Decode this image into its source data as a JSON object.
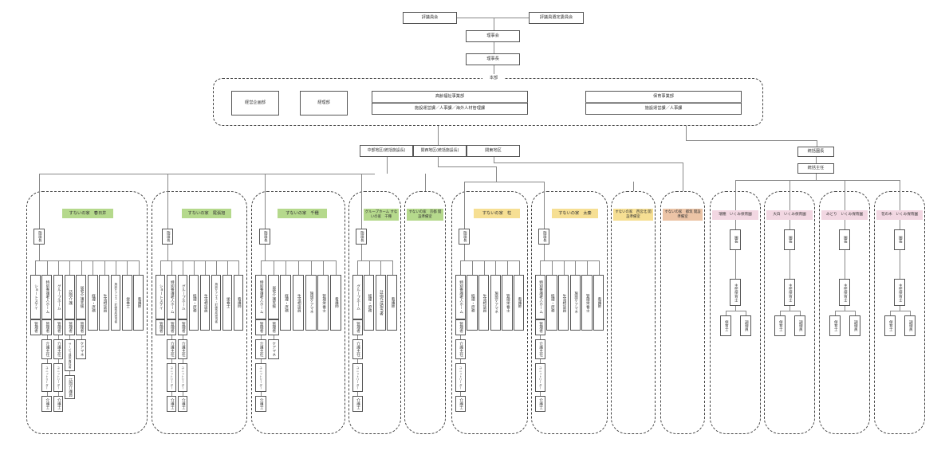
{
  "top": {
    "council": "評議員会",
    "council_selection": "評議員選定委員会",
    "board": "理事会",
    "chairman": "理事長"
  },
  "headquarters": {
    "title": "本部",
    "planning": "経営企画部",
    "accounting": "経理部",
    "elderly_div": "高齢福祉事業部",
    "elderly_sections": "施設運営課／人事課／海外人材管理課",
    "childcare_div": "保育事業部",
    "childcare_sections": "施設運営課／人事課"
  },
  "regions": {
    "chubu": "中部地区(統括施設長)",
    "kansai": "関西地区(統括施設長)",
    "kanto": "関東地区",
    "childcare_head": "統括園長",
    "childcare_chief": "統括主任"
  },
  "colors": {
    "green": "#b5d98c",
    "yellow": "#f6df93",
    "orange": "#ecc4a6",
    "pink": "#f2d7e2"
  },
  "facilities": [
    {
      "name": "すないの家　春日井",
      "color": "green",
      "head": "施設長",
      "units": [
        {
          "label": "ショートステイ",
          "sub": "管理者"
        },
        {
          "label": "特別養護老人ホーム",
          "sub": "管理者",
          "chain": [
            "介護主任",
            "ユニットリーダー",
            "介護士"
          ]
        },
        {
          "label": "グループホーム",
          "sub": "管理者",
          "chain": [
            "介護主任",
            "ユニットリーダー",
            "介護士"
          ]
        },
        {
          "label": "訪問介護",
          "sub": "管理者",
          "chain": [
            "サービス提供責任者",
            "訪問介護員"
          ]
        },
        {
          "label": "居宅介護支援",
          "sub": "管理者",
          "chain": [
            "ケアマネ"
          ]
        },
        {
          "label": "経理・庶務"
        },
        {
          "label": "生活相談員"
        },
        {
          "label": "施設ケアマネ・計画作成担当者"
        },
        {
          "label": "栄養士"
        },
        {
          "label": "看護師"
        }
      ]
    },
    {
      "name": "すないの家　尾張旭",
      "color": "green",
      "head": "施設長",
      "units": [
        {
          "label": "ショートステイ",
          "sub": "管理者"
        },
        {
          "label": "特別養護老人ホーム",
          "sub": "管理者",
          "chain": [
            "介護主任",
            "ユニットリーダー",
            "介護士"
          ]
        },
        {
          "label": "グループホーム",
          "sub": "管理者",
          "chain": [
            "介護主任",
            "ユニットリーダー",
            "介護士"
          ]
        },
        {
          "label": "経理・庶務"
        },
        {
          "label": "生活相談員"
        },
        {
          "label": "施設ケアマネ・計画作成担当者"
        },
        {
          "label": "栄養士"
        },
        {
          "label": "看護師"
        }
      ]
    },
    {
      "name": "すないの家　千種",
      "color": "green",
      "head": "施設長",
      "units": [
        {
          "label": "特別養護老人ホーム",
          "sub": "管理者",
          "chain": [
            "介護主任",
            "ユニットリーダー",
            "介護士"
          ]
        },
        {
          "label": "居宅介護支援",
          "sub": "管理者",
          "chain": [
            "ケアマネ"
          ]
        },
        {
          "label": "経理・庶務"
        },
        {
          "label": "生活相談員"
        },
        {
          "label": "施設ケアマネ"
        },
        {
          "label": "管理栄養士"
        },
        {
          "label": "看護師"
        }
      ]
    },
    {
      "name": "グループホーム すないの家　千種",
      "color": "green",
      "head": "施設長",
      "units": [
        {
          "label": "グループホーム",
          "sub": "管理者",
          "chain": [
            "介護主任",
            "ユニットリーダー",
            "介護士"
          ]
        },
        {
          "label": "経理・庶務"
        },
        {
          "label": "計画作成担当者"
        },
        {
          "label": "看護師"
        }
      ]
    },
    {
      "name": "すないの家　京都 開設準備室",
      "color": "green"
    },
    {
      "name": "すないの家　柱",
      "color": "yellow",
      "head": "施設長",
      "units": [
        {
          "label": "特別養護老人ホーム",
          "sub": "管理者",
          "chain": [
            "介護主任",
            "ユニットリーダー",
            "介護士"
          ]
        },
        {
          "label": "経理・庶務"
        },
        {
          "label": "生活相談員"
        },
        {
          "label": "施設ケアマネ"
        },
        {
          "label": "管理栄養士"
        },
        {
          "label": "看護師"
        }
      ]
    },
    {
      "name": "すないの家　太秦",
      "color": "yellow",
      "head": "施設長",
      "units": [
        {
          "label": "特別養護老人ホーム",
          "sub": "管理者",
          "chain": [
            "介護主任",
            "ユニットリーダー",
            "介護士"
          ]
        },
        {
          "label": "経理・庶務"
        },
        {
          "label": "生活相談員"
        },
        {
          "label": "施設ケアマネ"
        },
        {
          "label": "管理栄養士"
        },
        {
          "label": "看護師"
        }
      ]
    },
    {
      "name": "すないの家　西宮北 開設準備室",
      "color": "yellow"
    },
    {
      "name": "すないの家　都筑 開設準備室",
      "color": "orange"
    }
  ],
  "nurseries": [
    {
      "name": "瑞穂　いくみ保育園",
      "head": "園長",
      "chief": "主任保育士",
      "staff": [
        "保育士",
        "調理員"
      ]
    },
    {
      "name": "大白　いくみ保育園",
      "head": "園長",
      "chief": "主任保育士",
      "staff": [
        "保育士",
        "調理員"
      ]
    },
    {
      "name": "みどり　いくみ保育園",
      "head": "園長",
      "chief": "主任保育士",
      "staff": [
        "保育士",
        "調理員"
      ]
    },
    {
      "name": "花の木　いくみ保育園",
      "head": "園長",
      "chief": "主任保育士",
      "staff": [
        "保育士",
        "調理員"
      ]
    }
  ]
}
